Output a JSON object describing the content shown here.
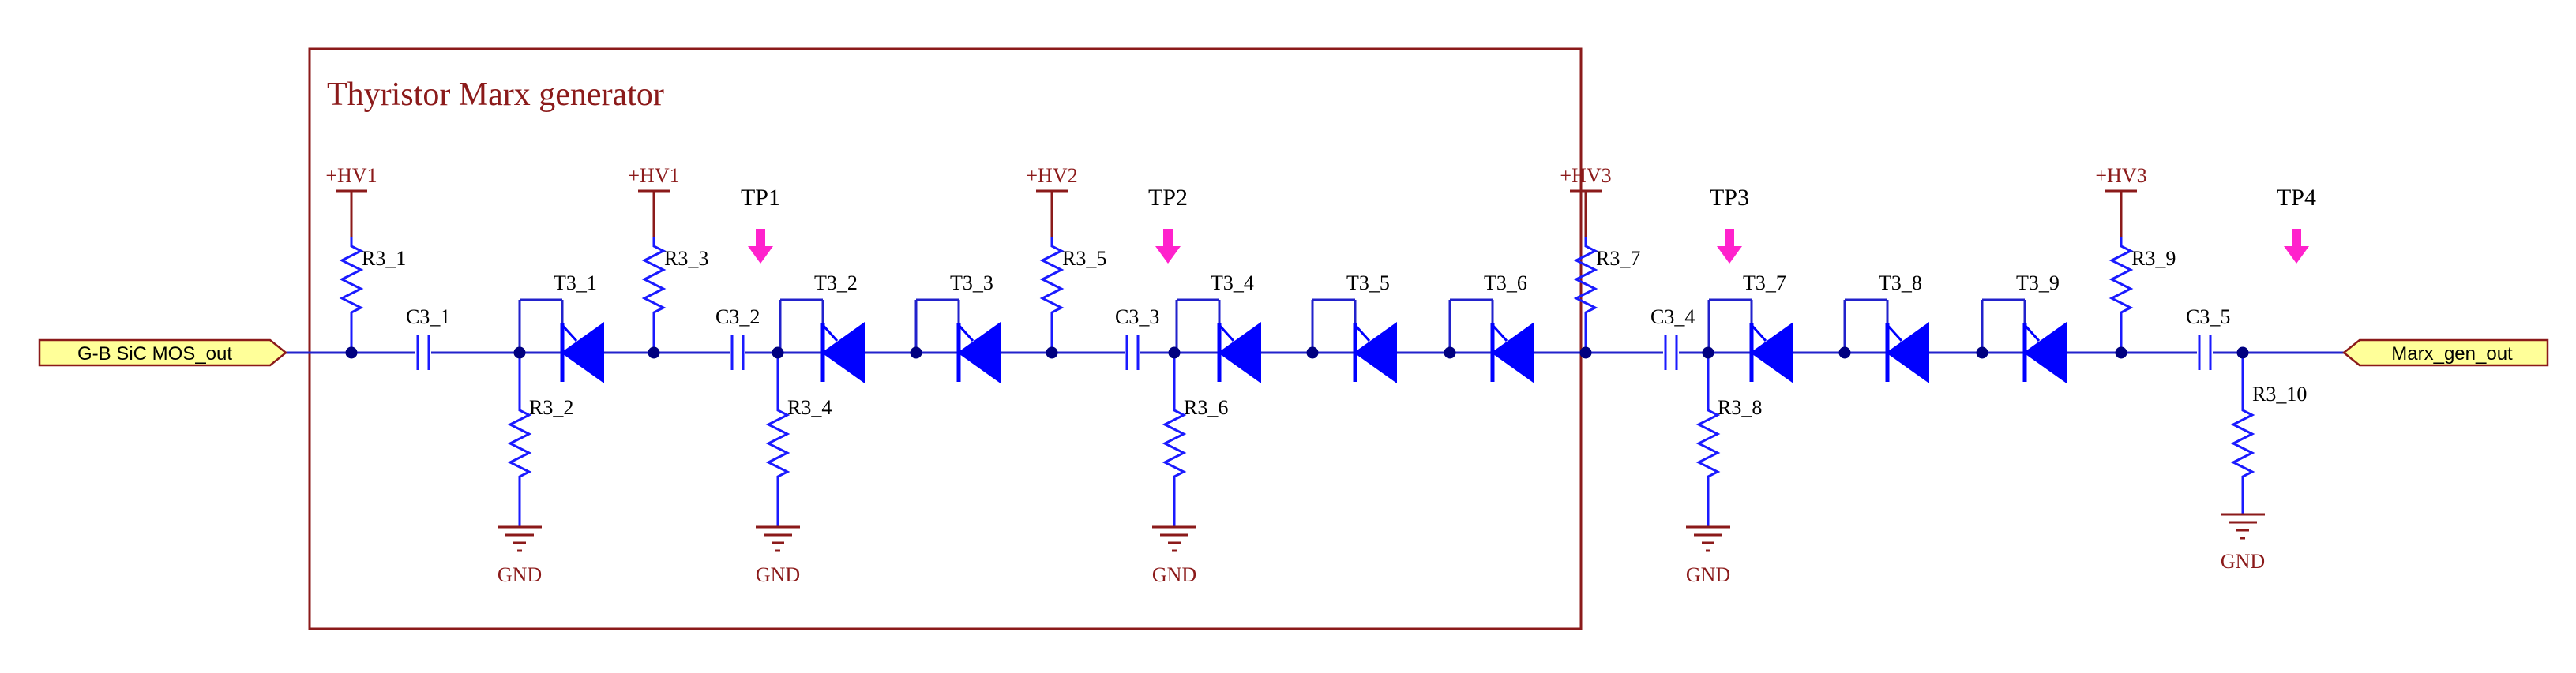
{
  "title": "Thyristor Marx generator",
  "input_port": "G-B SiC MOS_out",
  "output_port": "Marx_gen_out",
  "power_labels": {
    "pt1": "+HV1",
    "pt2": "+HV1",
    "pt3": "+HV2",
    "pt4": "+HV3",
    "pt5": "+HV3"
  },
  "test_points": {
    "tp1": "TP1",
    "tp2": "TP2",
    "tp3": "TP3",
    "tp4": "TP4"
  },
  "gnd_label": "GND",
  "resistors": {
    "r1": "R3_1",
    "r2": "R3_2",
    "r3": "R3_3",
    "r4": "R3_4",
    "r5": "R3_5",
    "r6": "R3_6",
    "r7": "R3_7",
    "r8": "R3_8",
    "r9": "R3_9",
    "r10": "R3_10"
  },
  "capacitors": {
    "c1": "C3_1",
    "c2": "C3_2",
    "c3": "C3_3",
    "c4": "C3_4",
    "c5": "C3_5"
  },
  "thyristors": {
    "t1": "T3_1",
    "t2": "T3_2",
    "t3": "T3_3",
    "t4": "T3_4",
    "t5": "T3_5",
    "t6": "T3_6",
    "t7": "T3_7",
    "t8": "T3_8",
    "t9": "T3_9"
  },
  "colors": {
    "frame": "#8b1a1a",
    "wire": "#1a1aff",
    "component": "#0000ff",
    "label_dark": "#8b1a1a",
    "port_fill": "#ffff99",
    "port_border": "#8b1a1a",
    "arrow": "#ff22cc",
    "text": "#000000"
  }
}
